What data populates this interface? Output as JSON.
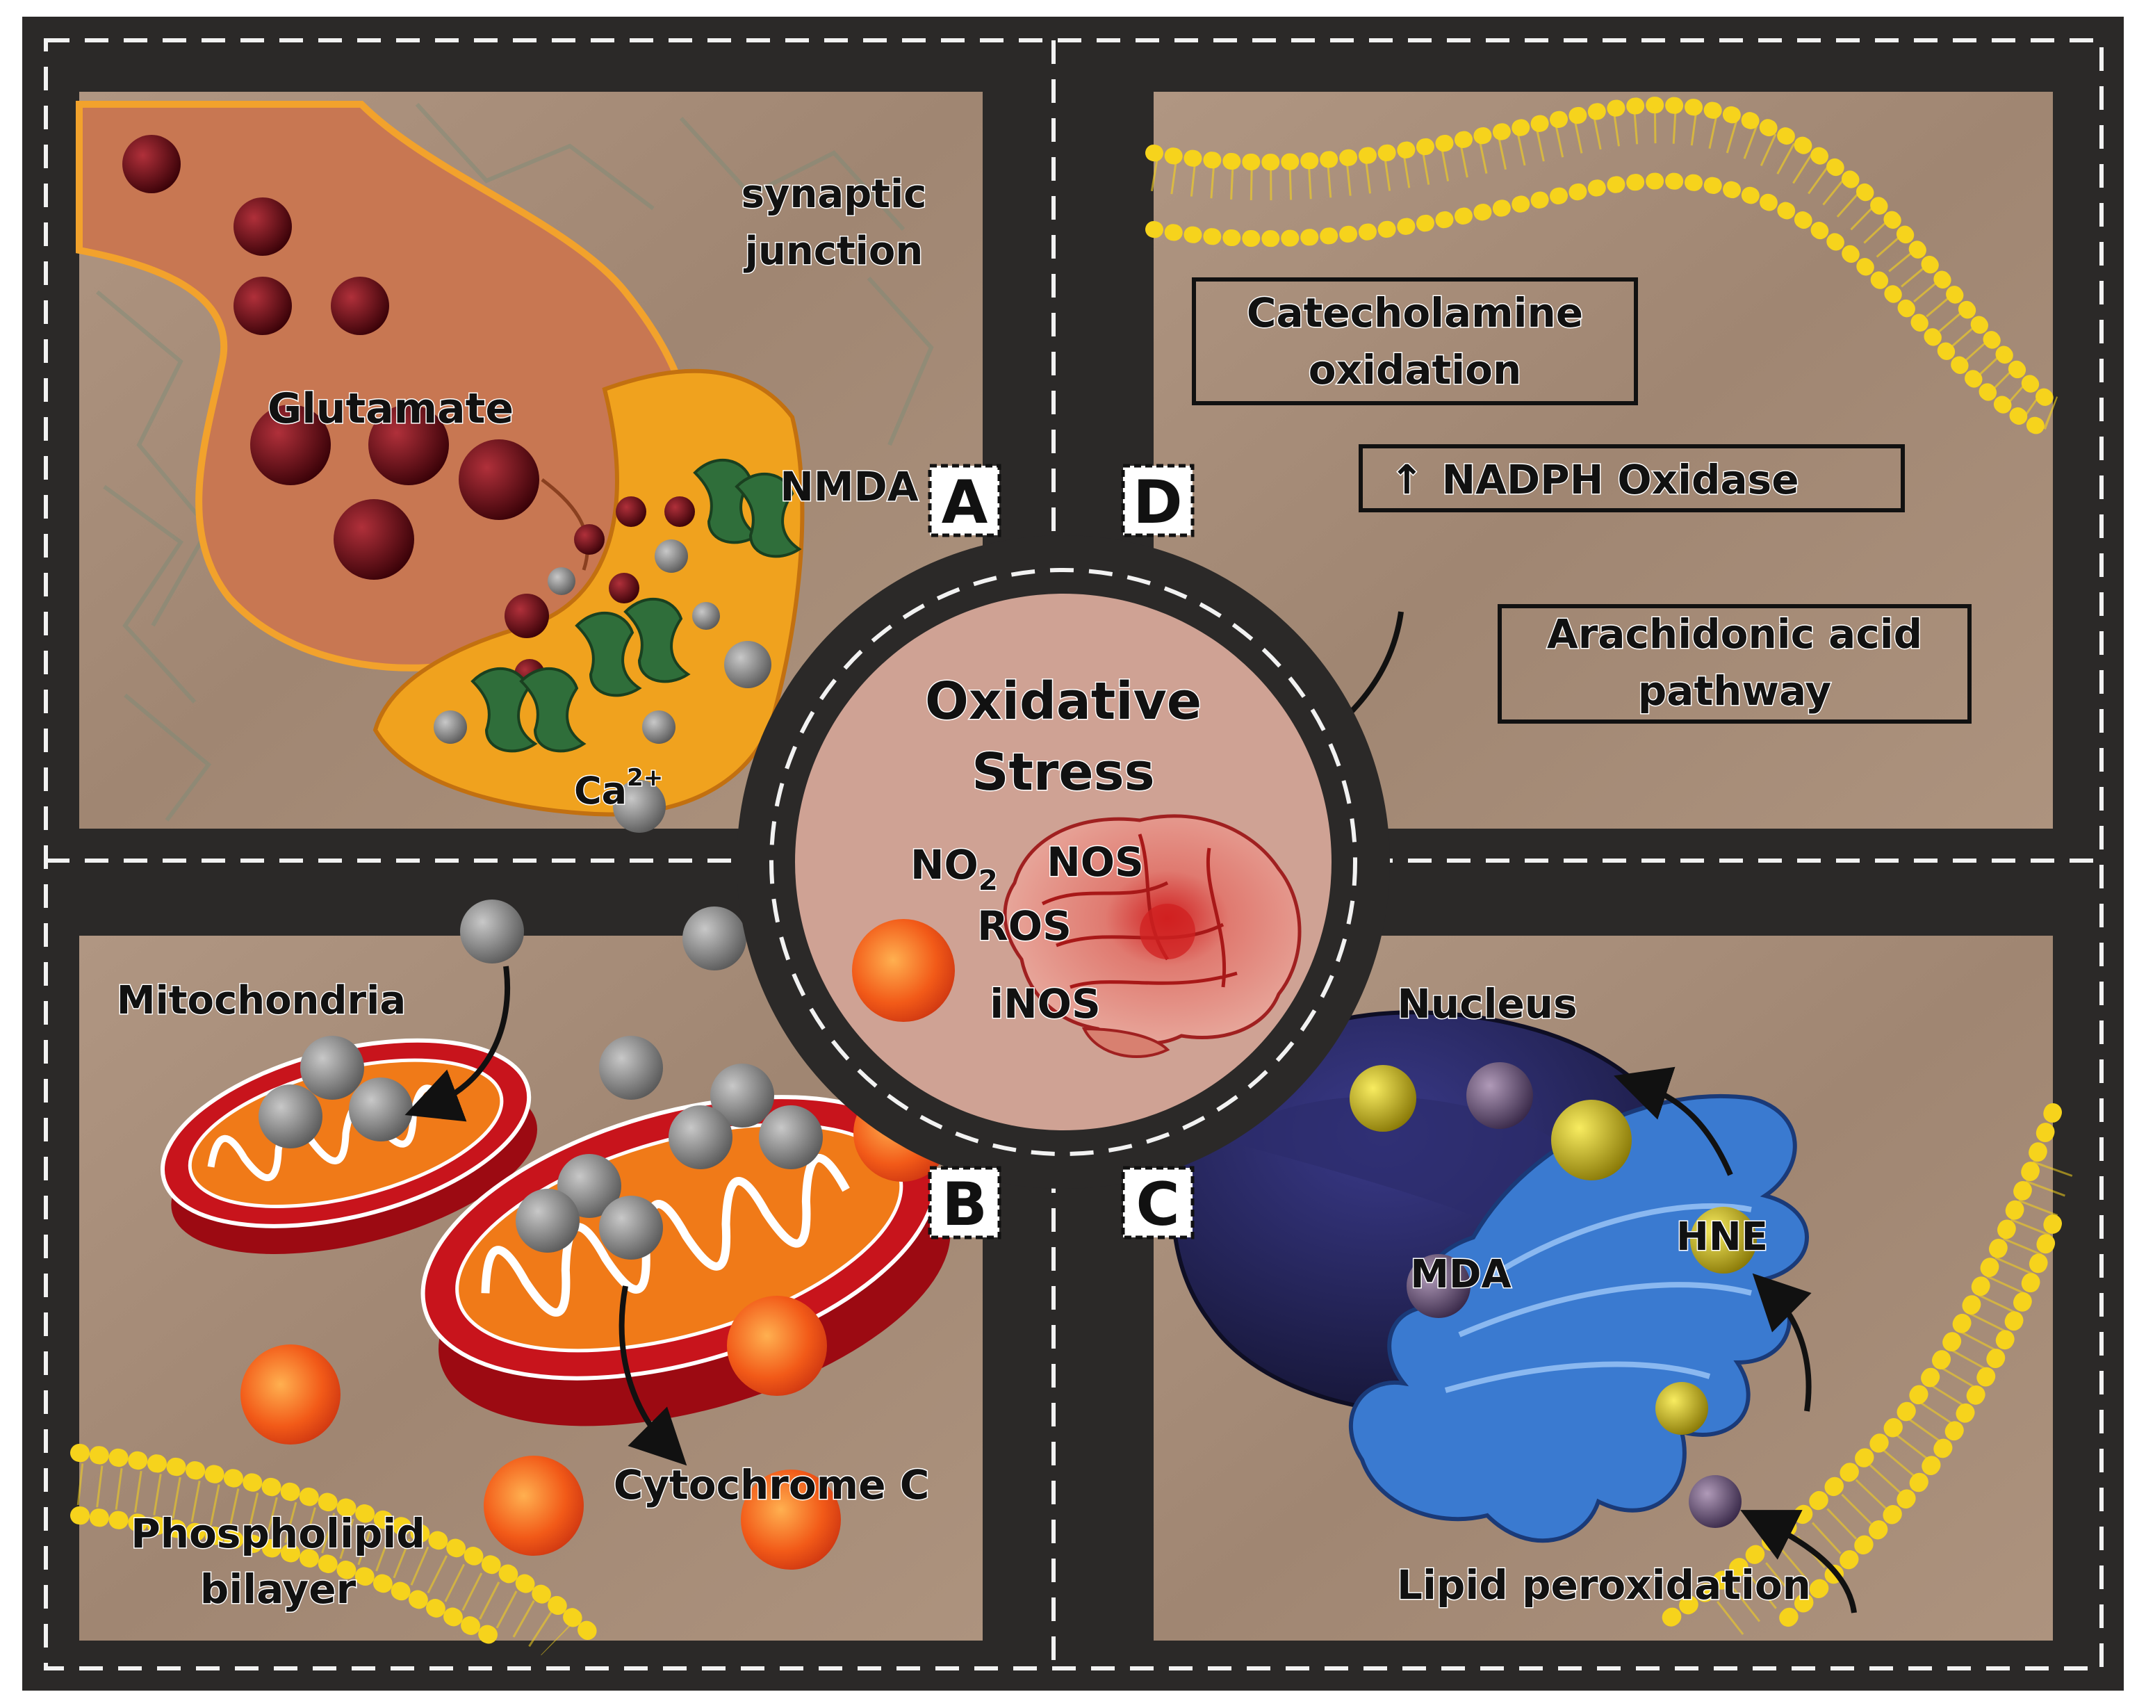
{
  "colors": {
    "frame": "#2b2928",
    "panel_bg": "#a58c78",
    "dash": "#f2f2f2",
    "neuron": "#c87752",
    "neuron_outline": "#f2a22c",
    "postsynaptic": "#f0a21e",
    "vesicle": "#5a0a12",
    "calcium": "#8a8a8a",
    "receptor": "#2f6e3a",
    "membrane": "#f6d31c",
    "mito_outer": "#c8141c",
    "mito_inner": "#f07a18",
    "ros_sphere": "#f05a18",
    "nucleus": "#1e1d52",
    "er": "#3a7ad0",
    "hne": "#c8b018",
    "mda": "#6a5a78",
    "brain": "#d86a68",
    "center_disk": "#cfa294"
  },
  "panel_a": {
    "letter": "A",
    "synaptic_line1": "synaptic",
    "synaptic_line2": "junction",
    "glutamate": "Glutamate",
    "nmda": "NMDA",
    "calcium_base": "Ca",
    "calcium_sup": "2+"
  },
  "panel_b": {
    "letter": "B",
    "mitochondria": "Mitochondria",
    "cytochrome": "Cytochrome C",
    "phospholipid_line1": "Phospholipid",
    "phospholipid_line2": "bilayer"
  },
  "panel_c": {
    "letter": "C",
    "nucleus": "Nucleus",
    "mda": "MDA",
    "hne": "HNE",
    "lipid": "Lipid peroxidation"
  },
  "panel_d": {
    "letter": "D",
    "box1_line1": "Catecholamine",
    "box1_line2": "oxidation",
    "box2_arrow": "↑",
    "box2_text": "NADPH Oxidase",
    "box3_line1": "Arachidonic acid",
    "box3_line2": "pathway"
  },
  "center": {
    "title_line1": "Oxidative",
    "title_line2": "Stress",
    "no2_base": "NO",
    "no2_sub": "2",
    "nos": "NOS",
    "ros": "ROS",
    "inos": "iNOS"
  }
}
